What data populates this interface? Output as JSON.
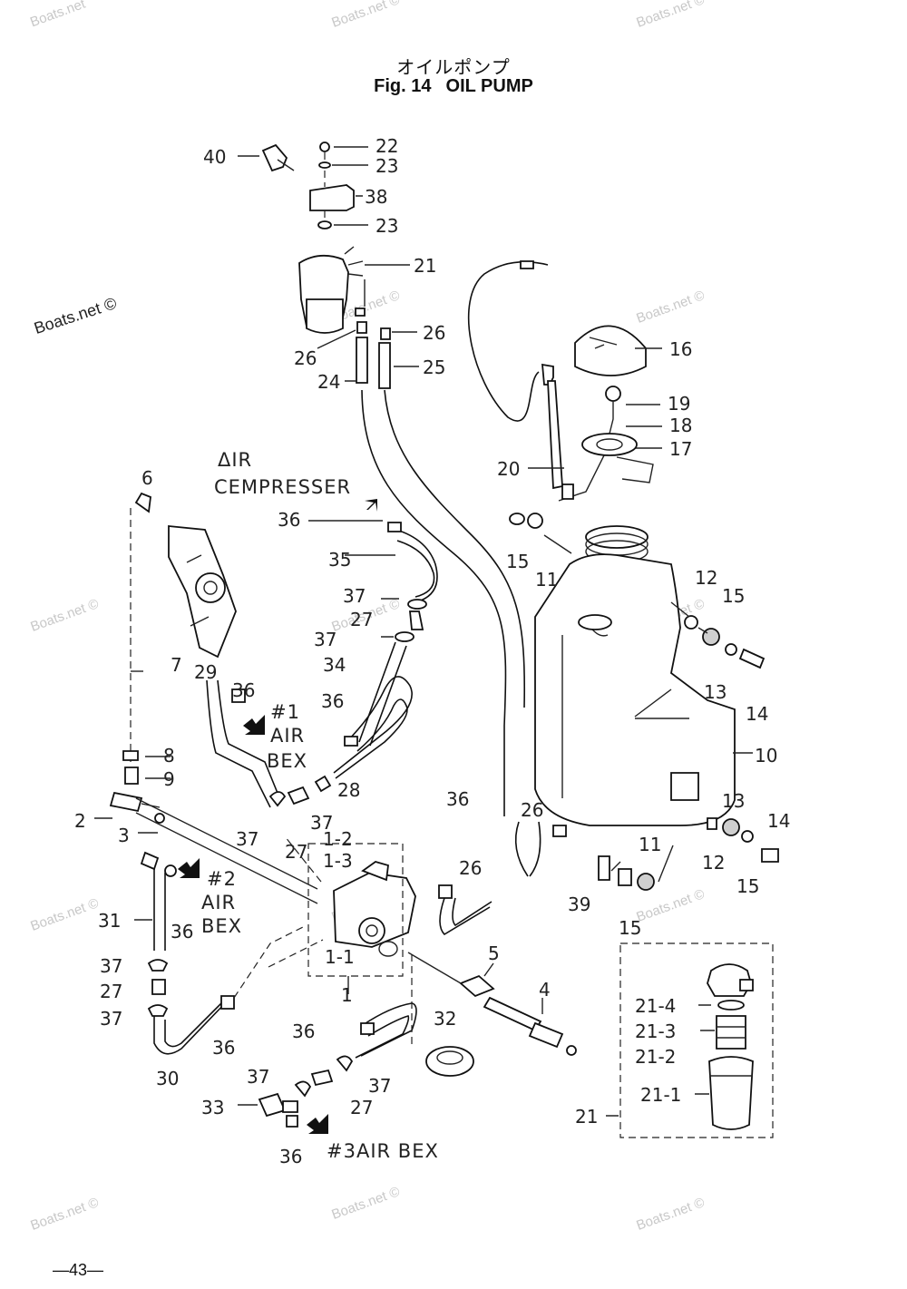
{
  "header": {
    "title_jp": "オイルポンプ",
    "fig": "Fig. 14",
    "title_en": "OIL PUMP"
  },
  "page_number": "—43—",
  "watermarks": [
    "Boats.net",
    "Boats.net ©",
    "Boats.net ©",
    "Boats.net ©",
    "Boats.net ©",
    "Boats.net ©",
    "Boats.net ©",
    "Boats.net ©",
    "Boats.net ©",
    "Boats.net ©",
    "Boats.net ©",
    "Boats.net ©"
  ],
  "watermark_main": "Boats.net ©",
  "annotations": {
    "air_compresser_1": "ΔIR",
    "air_compresser_2": "CEMPRESSER",
    "airbox1_a": "#1",
    "airbox1_b": "AIR",
    "airbox1_c": "BEX",
    "airbox2_a": "#2",
    "airbox2_b": "AIR",
    "airbox2_c": "BEX",
    "airbox3": "#3AIR BEX"
  },
  "callouts": {
    "p40": "40",
    "p22": "22",
    "p23a": "23",
    "p38": "38",
    "p23b": "23",
    "p21a": "21",
    "p26a": "26",
    "p26b": "26",
    "p24": "24",
    "p25": "25",
    "p16": "16",
    "p19": "19",
    "p18": "18",
    "p17": "17",
    "p20": "20",
    "p6": "6",
    "p36a": "36",
    "p35": "35",
    "p37a": "37",
    "p27a": "27",
    "p37b": "37",
    "p34": "34",
    "p15a": "15",
    "p11a": "11",
    "p12a": "12",
    "p15b": "15",
    "p13a": "13",
    "p14a": "14",
    "p7": "7",
    "p29": "29",
    "p36b": "36",
    "p36c": "36",
    "p28": "28",
    "p10": "10",
    "p8": "8",
    "p9": "9",
    "p36d": "36",
    "p2": "2",
    "p3": "3",
    "p37c": "37",
    "p37d": "37",
    "p27b": "27",
    "p1_2": "1-2",
    "p1_3": "1-3",
    "p26c": "26",
    "p26d": "26",
    "p13b": "13",
    "p14b": "14",
    "p12b": "12",
    "p15c": "15",
    "p11b": "11",
    "p36e": "36",
    "p31": "31",
    "p39": "39",
    "p15d": "15",
    "p1_1": "1-1",
    "p5": "5",
    "p1": "1",
    "p37e": "37",
    "p27c": "27",
    "p37f": "37",
    "p36f": "36",
    "p30": "30",
    "p36g": "36",
    "p32": "32",
    "p4": "4",
    "p21_4": "21-4",
    "p21_3": "21-3",
    "p21_2": "21-2",
    "p21_1": "21-1",
    "p21b": "21",
    "p37g": "37",
    "p37h": "37",
    "p27d": "27",
    "p33": "33",
    "p36h": "36"
  }
}
